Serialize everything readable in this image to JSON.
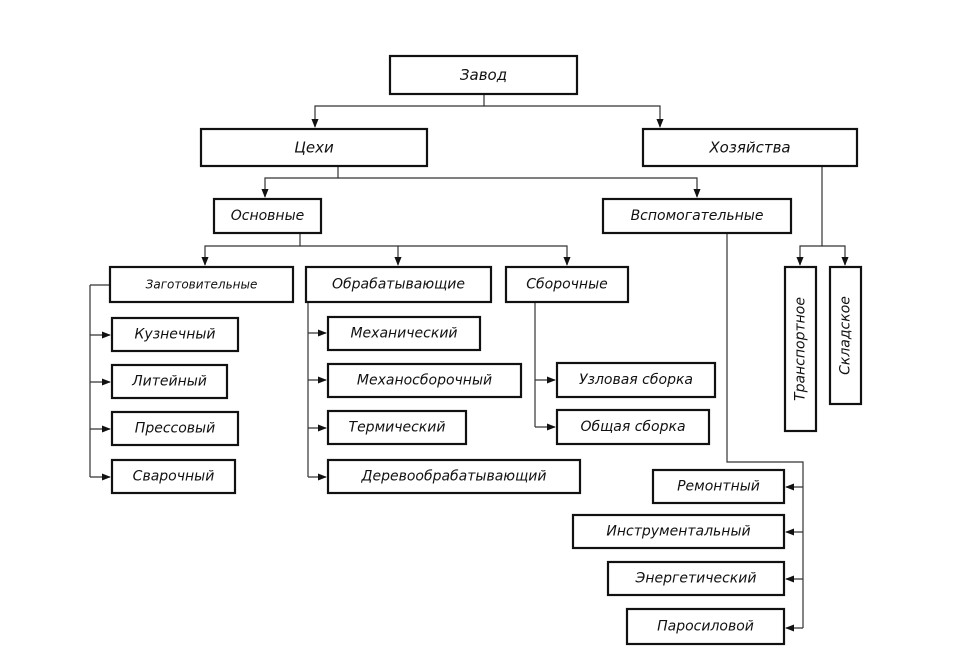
{
  "nodes": {
    "zavod": "Завод",
    "tsekhi": "Цехи",
    "khozyaystva": "Хозяйства",
    "osnovnye": "Основные",
    "vspomogatelnye": "Вспомогательные",
    "zagotovitelnye": "Заготовительные",
    "obrabatyvayushchie": "Обрабатывающие",
    "sborochnye": "Сборочные",
    "kuznechnyy": "Кузнечный",
    "liteynyy": "Литейный",
    "pressovyy": "Прессовый",
    "svarochnyy": "Сварочный",
    "mekhanicheskiy": "Механический",
    "mekhanosborochnyy": "Механосборочный",
    "termicheskiy": "Термический",
    "derevoobrabatyvayushchiy": "Деревообрабатывающий",
    "uzlovaya_sborka": "Узловая сборка",
    "obshchaya_sborka": "Общая сборка",
    "transportnoe": "Транспортное",
    "skladskoe": "Складское",
    "remontnyy": "Ремонтный",
    "instrumentalnyy": "Инструментальный",
    "energeticheskiy": "Энергетический",
    "parosilovoy": "Паросиловой"
  }
}
